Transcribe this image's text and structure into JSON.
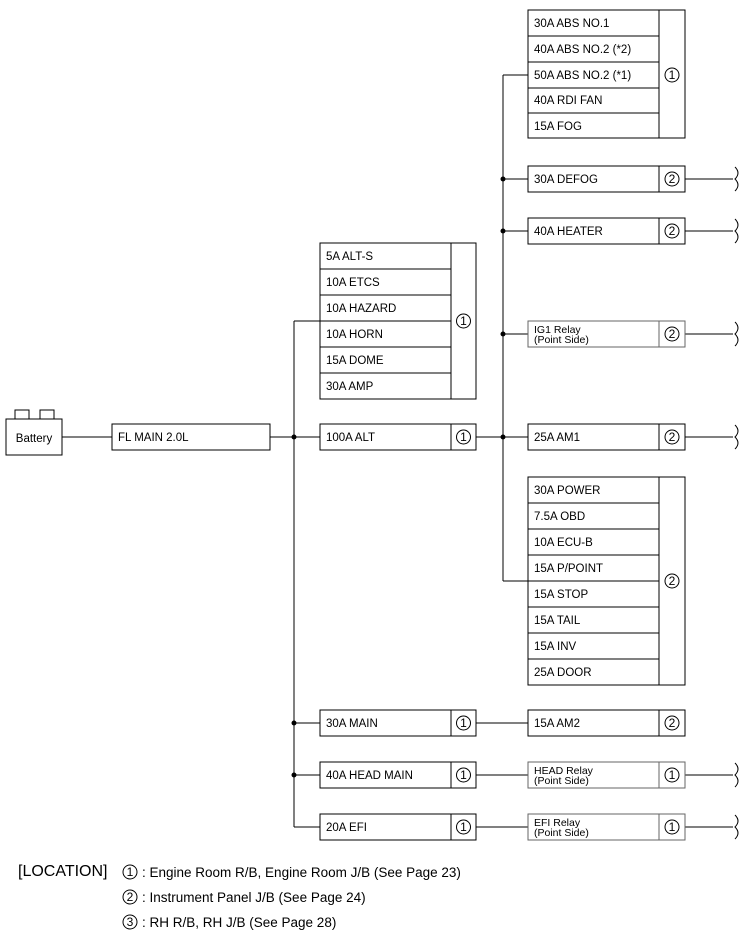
{
  "battery": "Battery",
  "main_fuse": "FL MAIN 2.0L",
  "group_alt": {
    "fuses": [
      "5A ALT-S",
      "10A ETCS",
      "10A HAZARD",
      "10A HORN",
      "15A DOME",
      "30A AMP"
    ],
    "location": "1"
  },
  "alt_fuse": {
    "label": "100A ALT",
    "location": "1"
  },
  "main30": {
    "label": "30A MAIN",
    "location": "1"
  },
  "head_main": {
    "label": "40A HEAD MAIN",
    "location": "1"
  },
  "efi": {
    "label": "20A EFI",
    "location": "1"
  },
  "group_abs": {
    "fuses": [
      "30A ABS NO.1",
      "40A ABS NO.2 (*2)",
      "50A ABS NO.2 (*1)",
      "40A RDI FAN",
      "15A FOG"
    ],
    "location": "1"
  },
  "defog": {
    "label": "30A DEFOG",
    "location": "2"
  },
  "heater": {
    "label": "40A HEATER",
    "location": "2"
  },
  "ig1_relay": {
    "line1": "IG1 Relay",
    "line2": "(Point Side)",
    "location": "2"
  },
  "am1": {
    "label": "25A AM1",
    "location": "2"
  },
  "group_power": {
    "fuses": [
      "30A POWER",
      "7.5A OBD",
      "10A ECU-B",
      "15A P/POINT",
      "15A STOP",
      "15A TAIL",
      "15A INV",
      "25A DOOR"
    ],
    "location": "2"
  },
  "am2": {
    "label": "15A AM2",
    "location": "2"
  },
  "head_relay": {
    "line1": "HEAD Relay",
    "line2": "(Point Side)",
    "location": "1"
  },
  "efi_relay": {
    "line1": "EFI Relay",
    "line2": "(Point Side)",
    "location": "1"
  },
  "location_legend": {
    "title": "[LOCATION]",
    "items": [
      {
        "num": "1",
        "text": ": Engine Room R/B, Engine Room J/B (See Page 23)"
      },
      {
        "num": "2",
        "text": ": Instrument Panel J/B (See Page 24)"
      },
      {
        "num": "3",
        "text": ": RH R/B, RH J/B (See Page 28)"
      }
    ]
  }
}
